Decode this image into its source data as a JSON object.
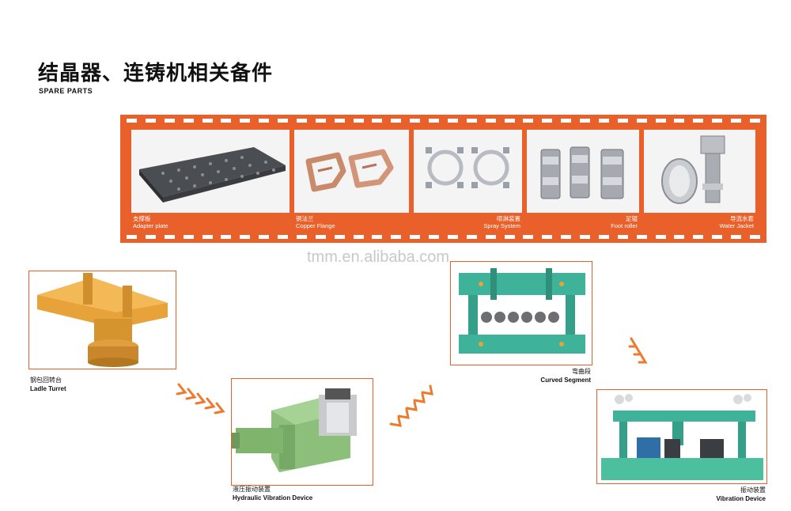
{
  "header": {
    "title": "结晶器、连铸机相关备件",
    "subtitle": "SPARE PARTS"
  },
  "film_strip": {
    "items": [
      {
        "cn": "支撑板",
        "en": "Adapter plate"
      },
      {
        "cn": "铜法兰",
        "en": "Copper Flange"
      },
      {
        "cn": "喷淋装置",
        "en": "Spray System"
      },
      {
        "cn": "足辊",
        "en": "Foot roller"
      },
      {
        "cn": "导流水套",
        "en": "Water Jacket"
      }
    ]
  },
  "watermark": "tmm.en.alibaba.com",
  "products": {
    "ladle_turret": {
      "cn": "钢包回转台",
      "en": "Ladle Turret"
    },
    "hydraulic_vibration": {
      "cn": "液压振动装置",
      "en": "Hydraulic Vibration Device"
    },
    "curved_segment": {
      "cn": "弯曲段",
      "en": "Curved Segment"
    },
    "vibration_device": {
      "cn": "振动装置",
      "en": "Vibration Device"
    }
  },
  "colors": {
    "accent": "#e9602a",
    "machine_teal": "#3fb39a",
    "machine_green": "#8cc07a",
    "turret_yellow": "#e8a23a"
  }
}
